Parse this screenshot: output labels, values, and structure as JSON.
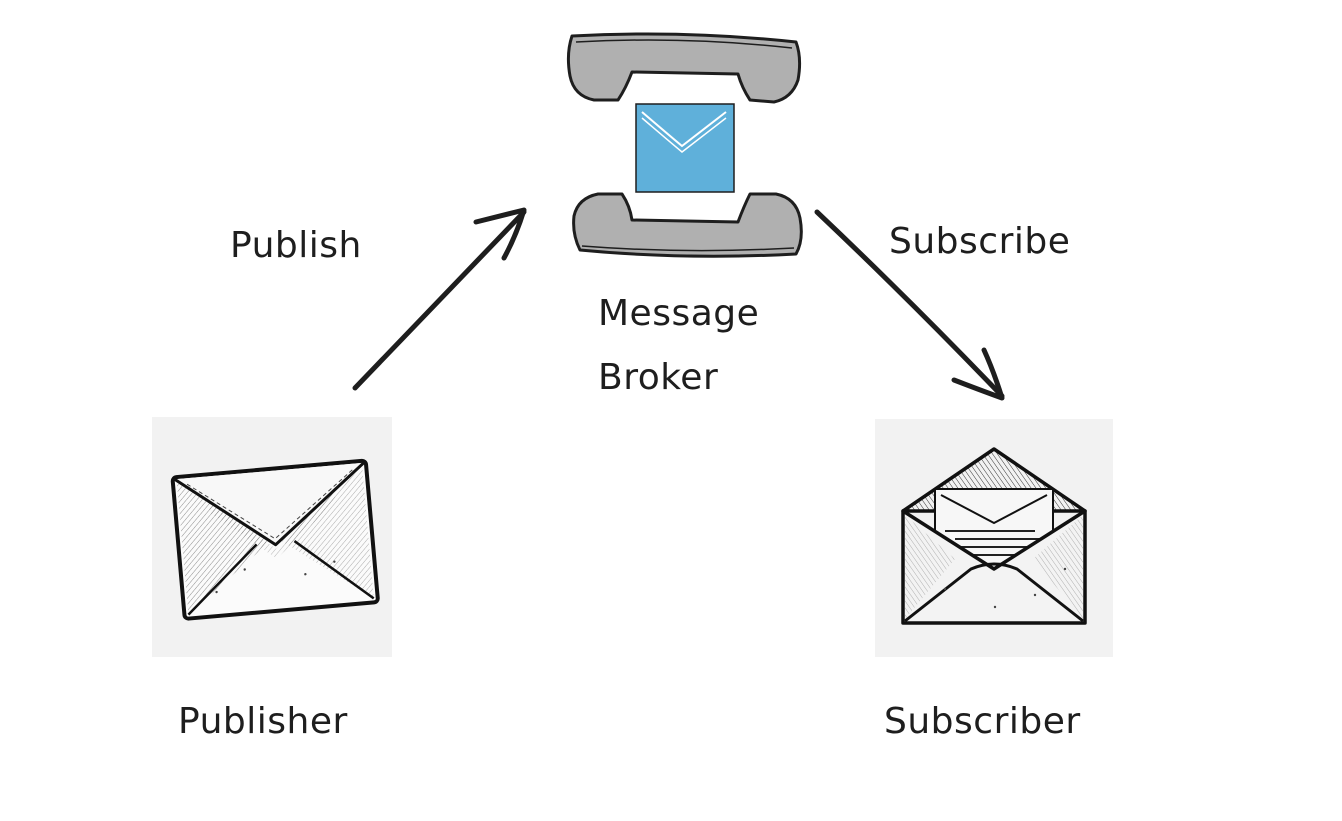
{
  "diagram": {
    "nodes": {
      "broker": {
        "label_line1": "Message",
        "label_line2": "Broker",
        "icon": "telephone-handset-envelope-icon"
      },
      "publisher": {
        "label": "Publisher",
        "icon": "closed-envelope-icon"
      },
      "subscriber": {
        "label": "Subscriber",
        "icon": "open-envelope-icon"
      }
    },
    "edges": {
      "publish": {
        "label": "Publish",
        "from": "publisher",
        "to": "broker"
      },
      "subscribe": {
        "label": "Subscribe",
        "from": "broker",
        "to": "subscriber"
      }
    },
    "colors": {
      "stroke": "#1e1e1e",
      "handset_fill": "#b0b0b0",
      "envelope_fill": "#5fb0da",
      "tile_bg": "#f2f2f2"
    }
  }
}
